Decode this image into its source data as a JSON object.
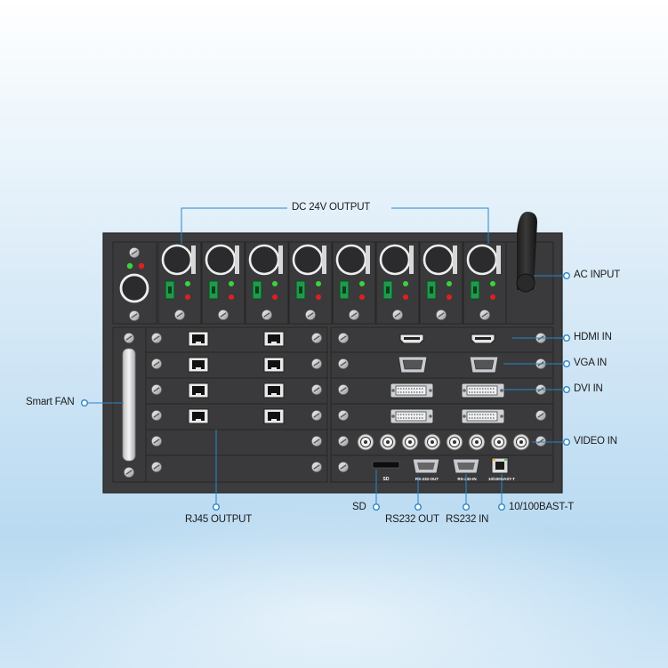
{
  "labels": {
    "dc_output": "DC 24V OUTPUT",
    "ac_input": "AC INPUT",
    "hdmi_in": "HDMI IN",
    "vga_in": "VGA IN",
    "dvi_in": "DVI IN",
    "video_in": "VIDEO IN",
    "smart_fan": "Smart FAN",
    "rj45_output": "RJ45 OUTPUT",
    "sd": "SD",
    "rs232_out": "RS232 OUT",
    "rs232_in": "RS232 IN",
    "lan": "10/100BAST-T"
  },
  "panel_marks": {
    "sd": "SD",
    "rs232_out": "RS-232-OUT",
    "rs232_in": "RS-232-IN",
    "lan": "10/100BAST-T"
  },
  "colors": {
    "chassis": "#3c3c3e",
    "callout": "#2a86c8",
    "led_green": "#3cd23c",
    "led_red": "#e02020"
  }
}
